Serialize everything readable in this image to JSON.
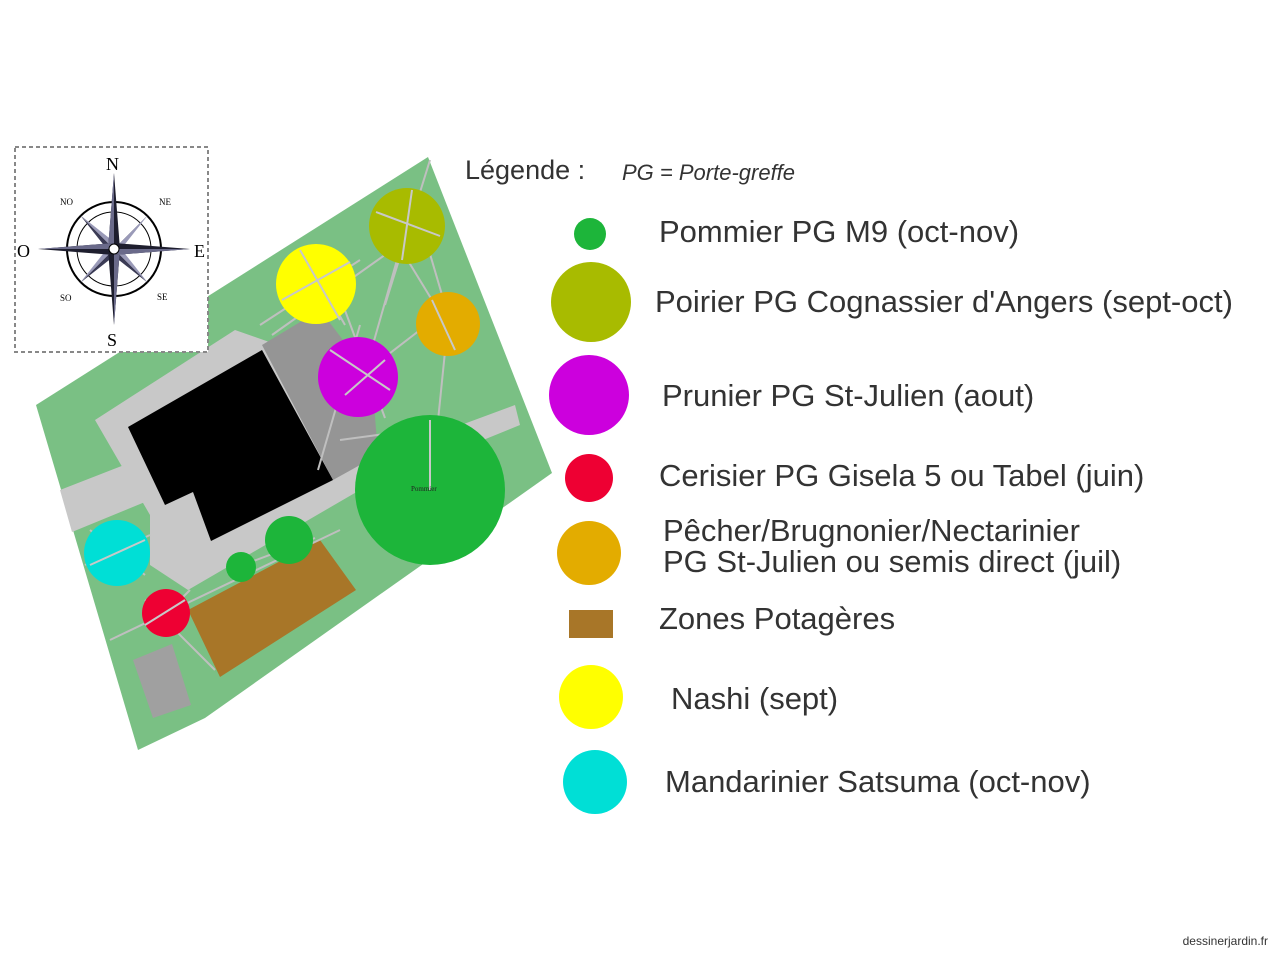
{
  "legend": {
    "title": "Légende :",
    "note": "PG = Porte-greffe",
    "items": [
      {
        "label": "Pommier PG M9   (oct-nov)",
        "color": "#1db53a"
      },
      {
        "label": "Poirier PG Cognassier d'Angers   (sept-oct)",
        "color": "#a8bb00"
      },
      {
        "label": "Prunier PG St-Julien   (aout)",
        "color": "#cc00dd"
      },
      {
        "label": "Cerisier PG Gisela 5 ou Tabel (juin)",
        "color": "#ee0033"
      },
      {
        "line1": "Pêcher/Brugnonier/Nectarinier",
        "line2": "PG St-Julien ou semis direct   (juil)",
        "color": "#e3ac00"
      },
      {
        "label": "Zones Potagères",
        "color": "#a87628"
      },
      {
        "label": "Nashi   (sept)",
        "color": "#ffff00"
      },
      {
        "label": "Mandarinier Satsuma (oct-nov)",
        "color": "#00dfd6"
      }
    ]
  },
  "compass": {
    "n": "N",
    "s": "S",
    "e": "E",
    "w": "O",
    "ne": "NE",
    "nw": "NO",
    "se": "SE",
    "sw": "SO"
  },
  "plan": {
    "pommier_label": "Pommier"
  },
  "colors": {
    "lawn": "#7ac084",
    "paving": "#c8c8c8",
    "house": "#000000",
    "roof": "#959595",
    "path": "#bbbbbb"
  },
  "footer": "dessinerjardin.fr"
}
